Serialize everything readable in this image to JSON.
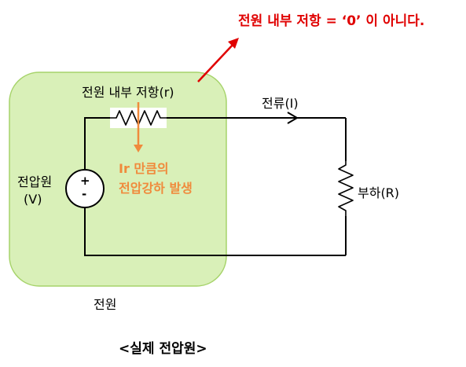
{
  "callout": "전원 내부 저항 = ‘0’ 이 아니다.",
  "internal_resistance_label": "전원 내부 저항(r)",
  "current_label": "전류(I)",
  "voltage_drop": {
    "line1": "Ir 만큼의",
    "line2": "전압강하 발생"
  },
  "source_label": {
    "line1": "전압원",
    "line2": "(V)"
  },
  "polarity": {
    "plus": "+",
    "minus": "-"
  },
  "load_label": "부하(R)",
  "box_label": "전원",
  "caption": "<실제 전압원>",
  "colors": {
    "box_fill": "#d9f0b8",
    "box_stroke": "#a6d36a",
    "callout": "#e00000",
    "annotation": "#f08a3c",
    "wire": "#000000"
  }
}
